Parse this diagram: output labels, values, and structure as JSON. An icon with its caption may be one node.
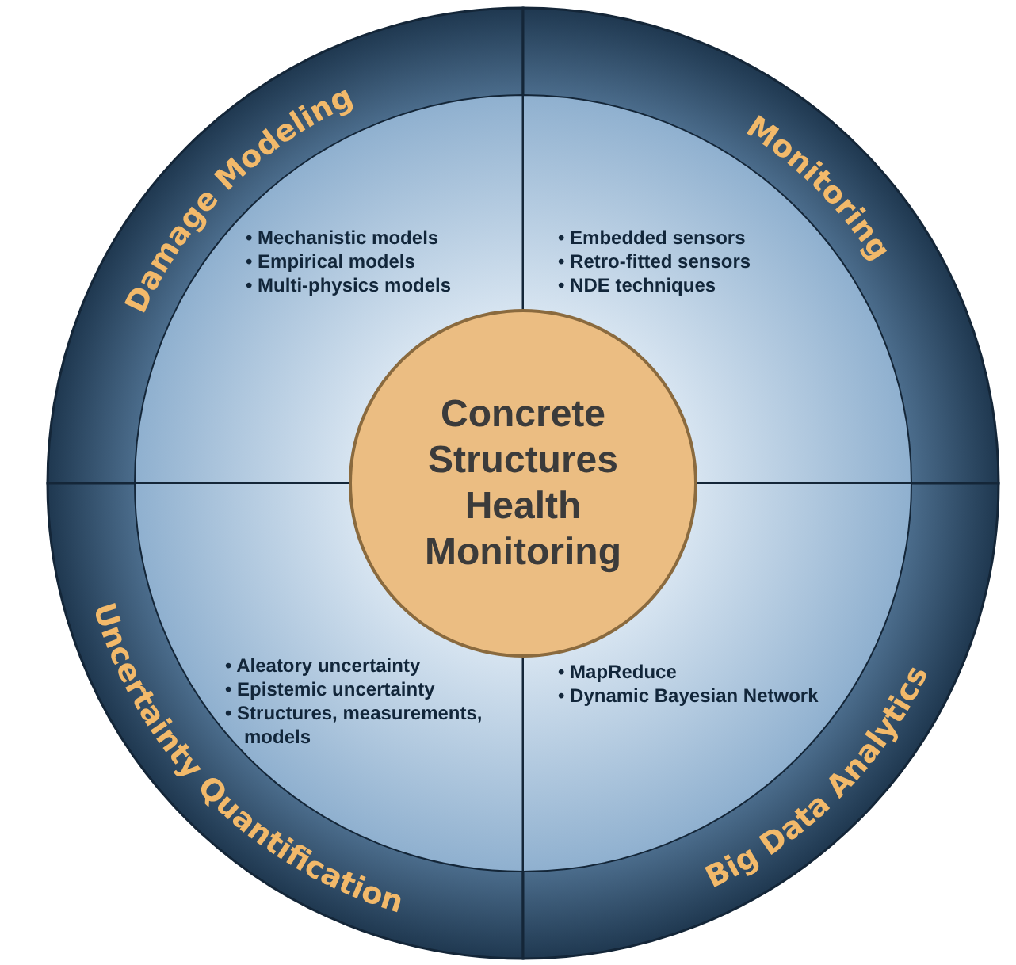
{
  "diagram": {
    "nodes": [
      {
        "text": [
          "Damage Modeling",
          "• Mechanistic models",
          "• Empirical models",
          "• Multi-physics models"
        ]
      },
      {
        "text": [
          "Monitoring",
          "• Embedded sensors",
          "• Retro-fitted sensors",
          "• NDE techniques"
        ]
      },
      {
        "text": [
          "Concrete Structures Health Monitoring"
        ]
      },
      {
        "text": [
          "• Aleatory uncertainty",
          "• Epistemic uncertainty",
          "• Structures, measurements, models",
          "Uncertainty Quantification"
        ]
      },
      {
        "text": [
          "• MapReduce",
          "• Dynamic Bayesian Network",
          "Big Data Analytics"
        ]
      }
    ],
    "edges": []
  }
}
